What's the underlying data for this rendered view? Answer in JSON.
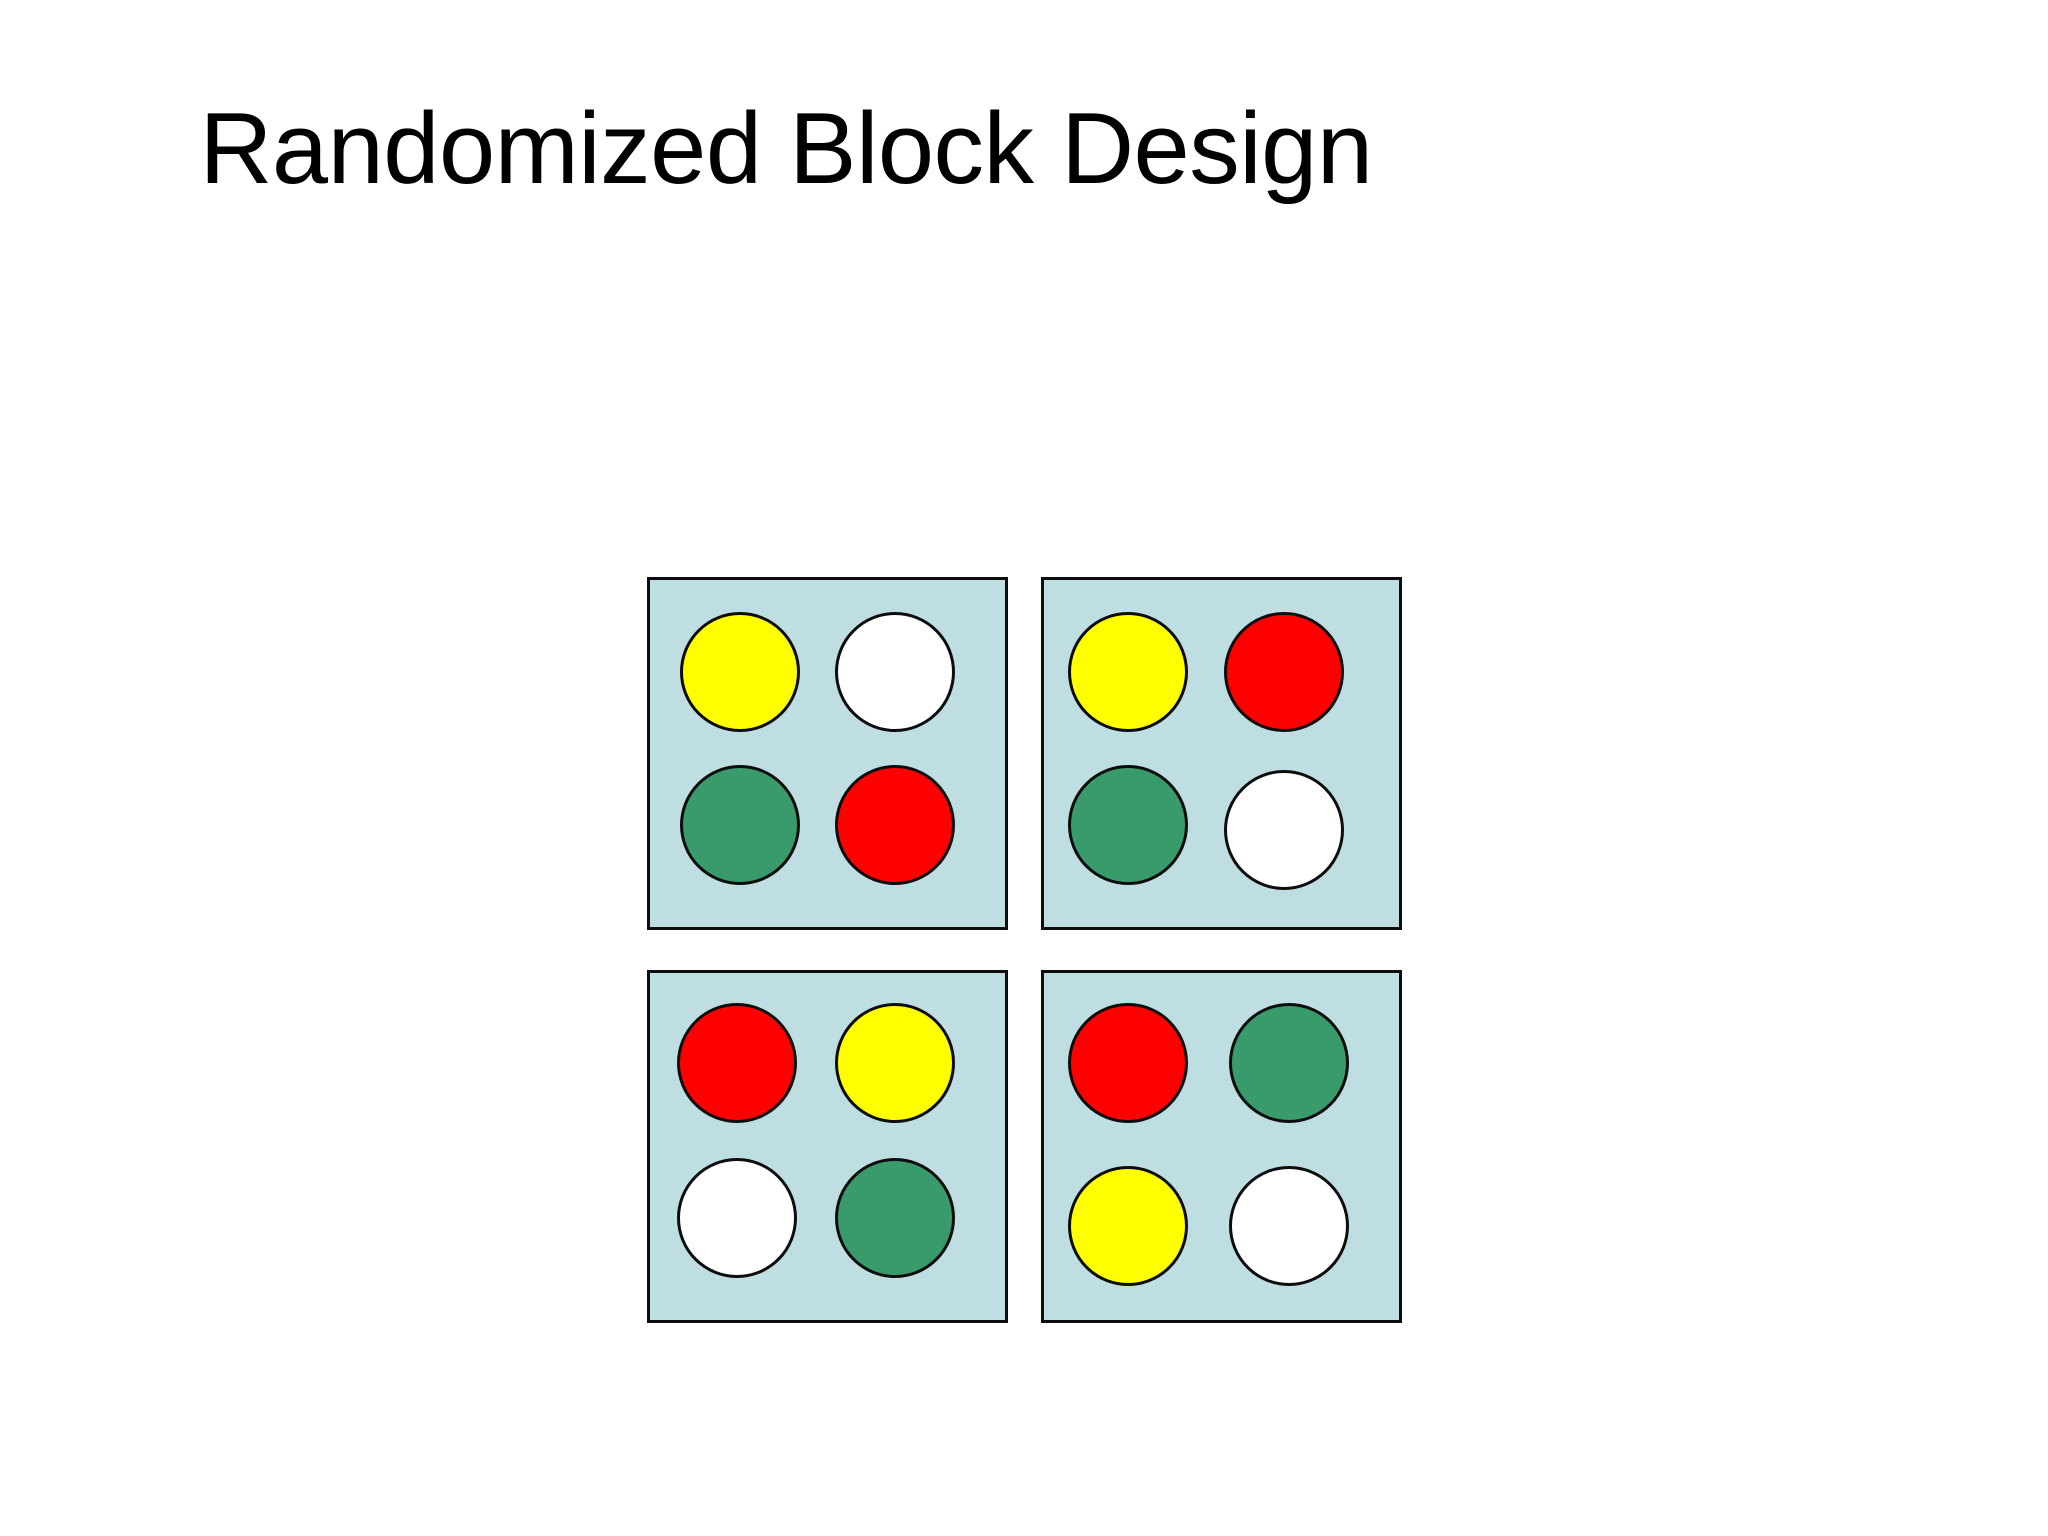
{
  "slide": {
    "title": "Randomized Block Design",
    "background_color": "#FFFFFF",
    "title_color": "#000000"
  },
  "palette": {
    "yellow": "#FFFF00",
    "red": "#FF0000",
    "green": "#399B6B",
    "white": "#FFFFFF",
    "block_fill": "#BFDEE1",
    "outline": "#0D0D0D"
  },
  "diagram": {
    "type": "randomized-block-design",
    "block_count": 4,
    "units_per_block": 4,
    "treatment_labels": [
      "yellow",
      "red",
      "green",
      "white"
    ],
    "blocks": [
      {
        "name": "block-1",
        "position": "top-left",
        "units": [
          {
            "treatment": "yellow",
            "color": "#FFFF00"
          },
          {
            "treatment": "white",
            "color": "#FFFFFF"
          },
          {
            "treatment": "green",
            "color": "#399B6B"
          },
          {
            "treatment": "red",
            "color": "#FF0000"
          }
        ]
      },
      {
        "name": "block-2",
        "position": "top-right",
        "units": [
          {
            "treatment": "yellow",
            "color": "#FFFF00"
          },
          {
            "treatment": "red",
            "color": "#FF0000"
          },
          {
            "treatment": "green",
            "color": "#399B6B"
          },
          {
            "treatment": "white",
            "color": "#FFFFFF"
          }
        ]
      },
      {
        "name": "block-3",
        "position": "bottom-left",
        "units": [
          {
            "treatment": "red",
            "color": "#FF0000"
          },
          {
            "treatment": "yellow",
            "color": "#FFFF00"
          },
          {
            "treatment": "white",
            "color": "#FFFFFF"
          },
          {
            "treatment": "green",
            "color": "#399B6B"
          }
        ]
      },
      {
        "name": "block-4",
        "position": "bottom-right",
        "units": [
          {
            "treatment": "red",
            "color": "#FF0000"
          },
          {
            "treatment": "green",
            "color": "#399B6B"
          },
          {
            "treatment": "yellow",
            "color": "#FFFF00"
          },
          {
            "treatment": "white",
            "color": "#FFFFFF"
          }
        ]
      }
    ]
  }
}
